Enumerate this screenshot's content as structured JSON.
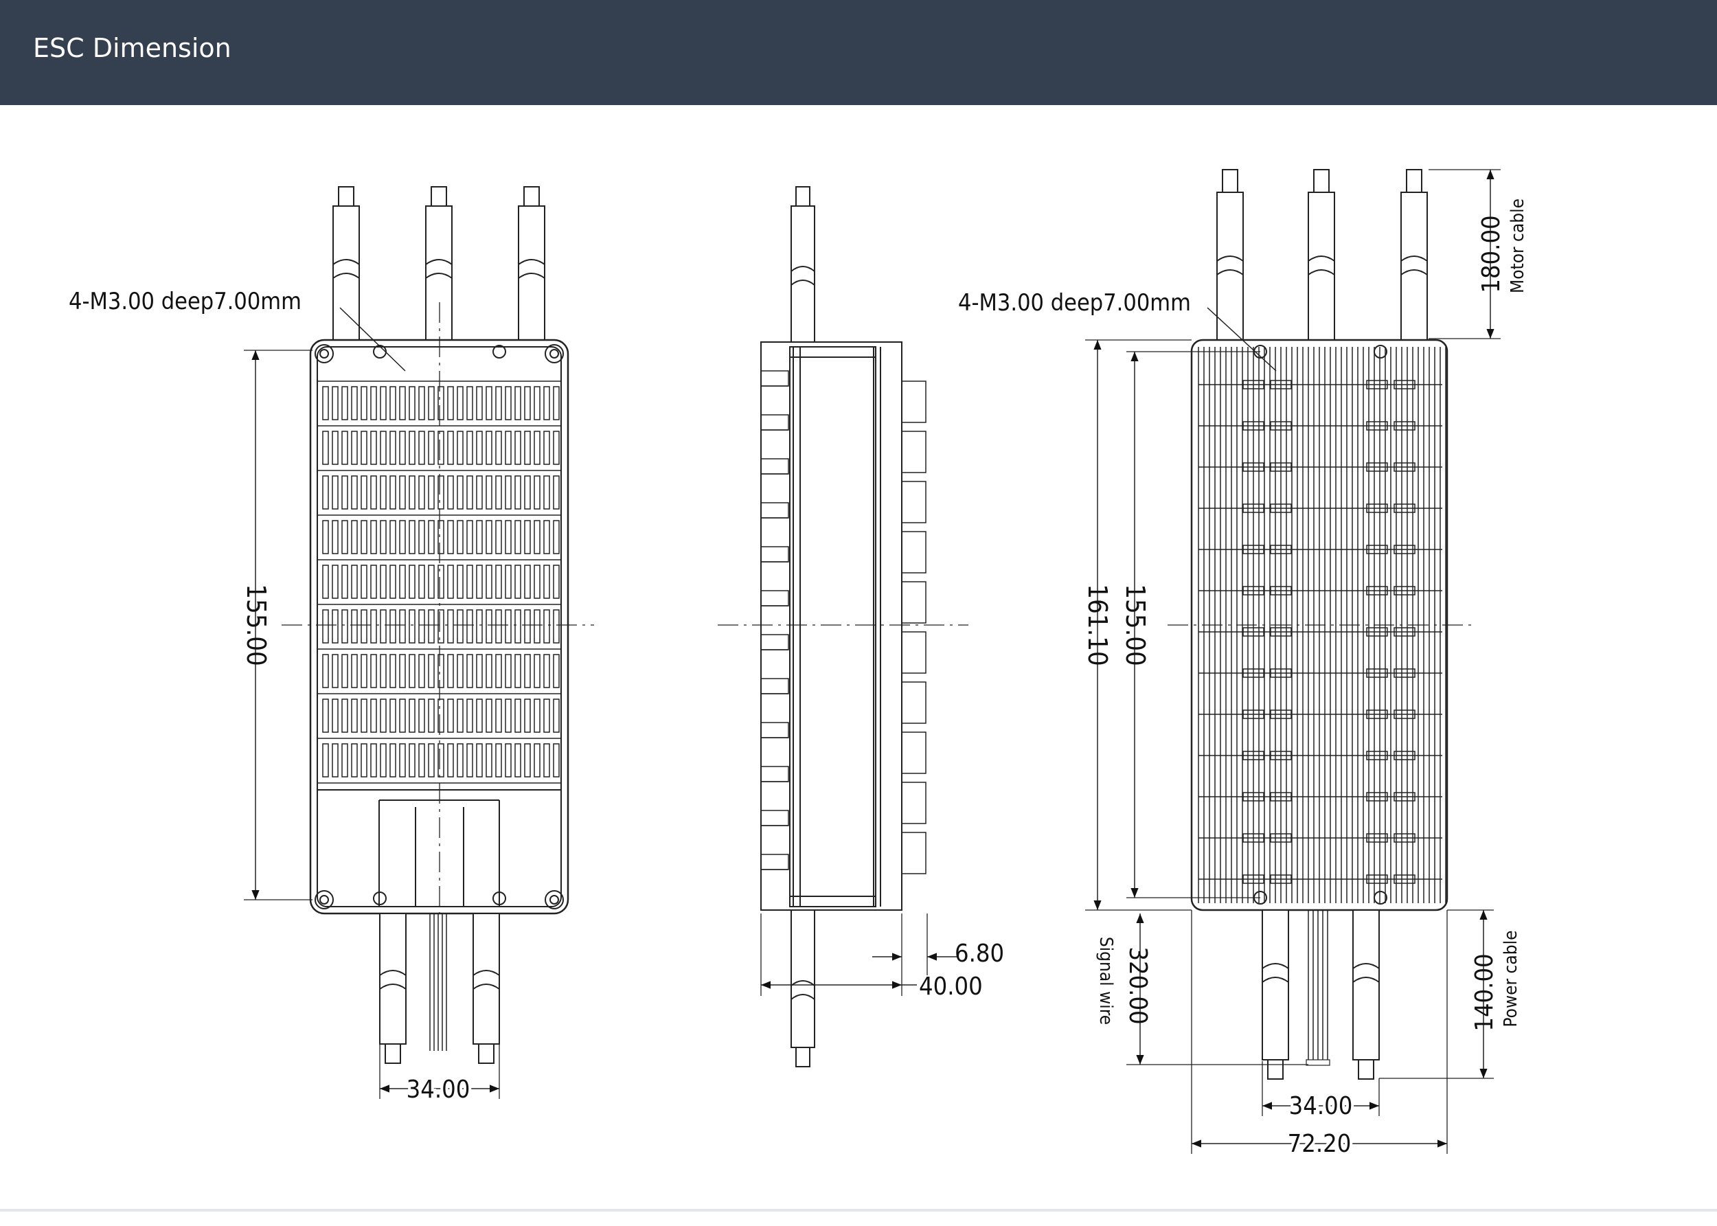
{
  "header": {
    "title": "ESC Dimension"
  },
  "diagram": {
    "front_view": {
      "callout": "4-M3.00 deep7.00mm",
      "height_dim": "155.00",
      "hole_spacing_dim": "34.00"
    },
    "side_view": {
      "small_dim": "6.80",
      "width_dim": "40.00"
    },
    "rear_view": {
      "callout": "4-M3.00 deep7.00mm",
      "motor_cable_dim": "180.00",
      "motor_cable_label": "Motor cable",
      "overall_height_dim": "161.10",
      "hole_height_dim": "155.00",
      "signal_wire_dim": "320.00",
      "signal_wire_label": "Signal wire",
      "power_cable_dim": "140.00",
      "power_cable_label": "Power cable",
      "hole_spacing_dim": "34.00",
      "overall_width_dim": "72.20"
    }
  }
}
